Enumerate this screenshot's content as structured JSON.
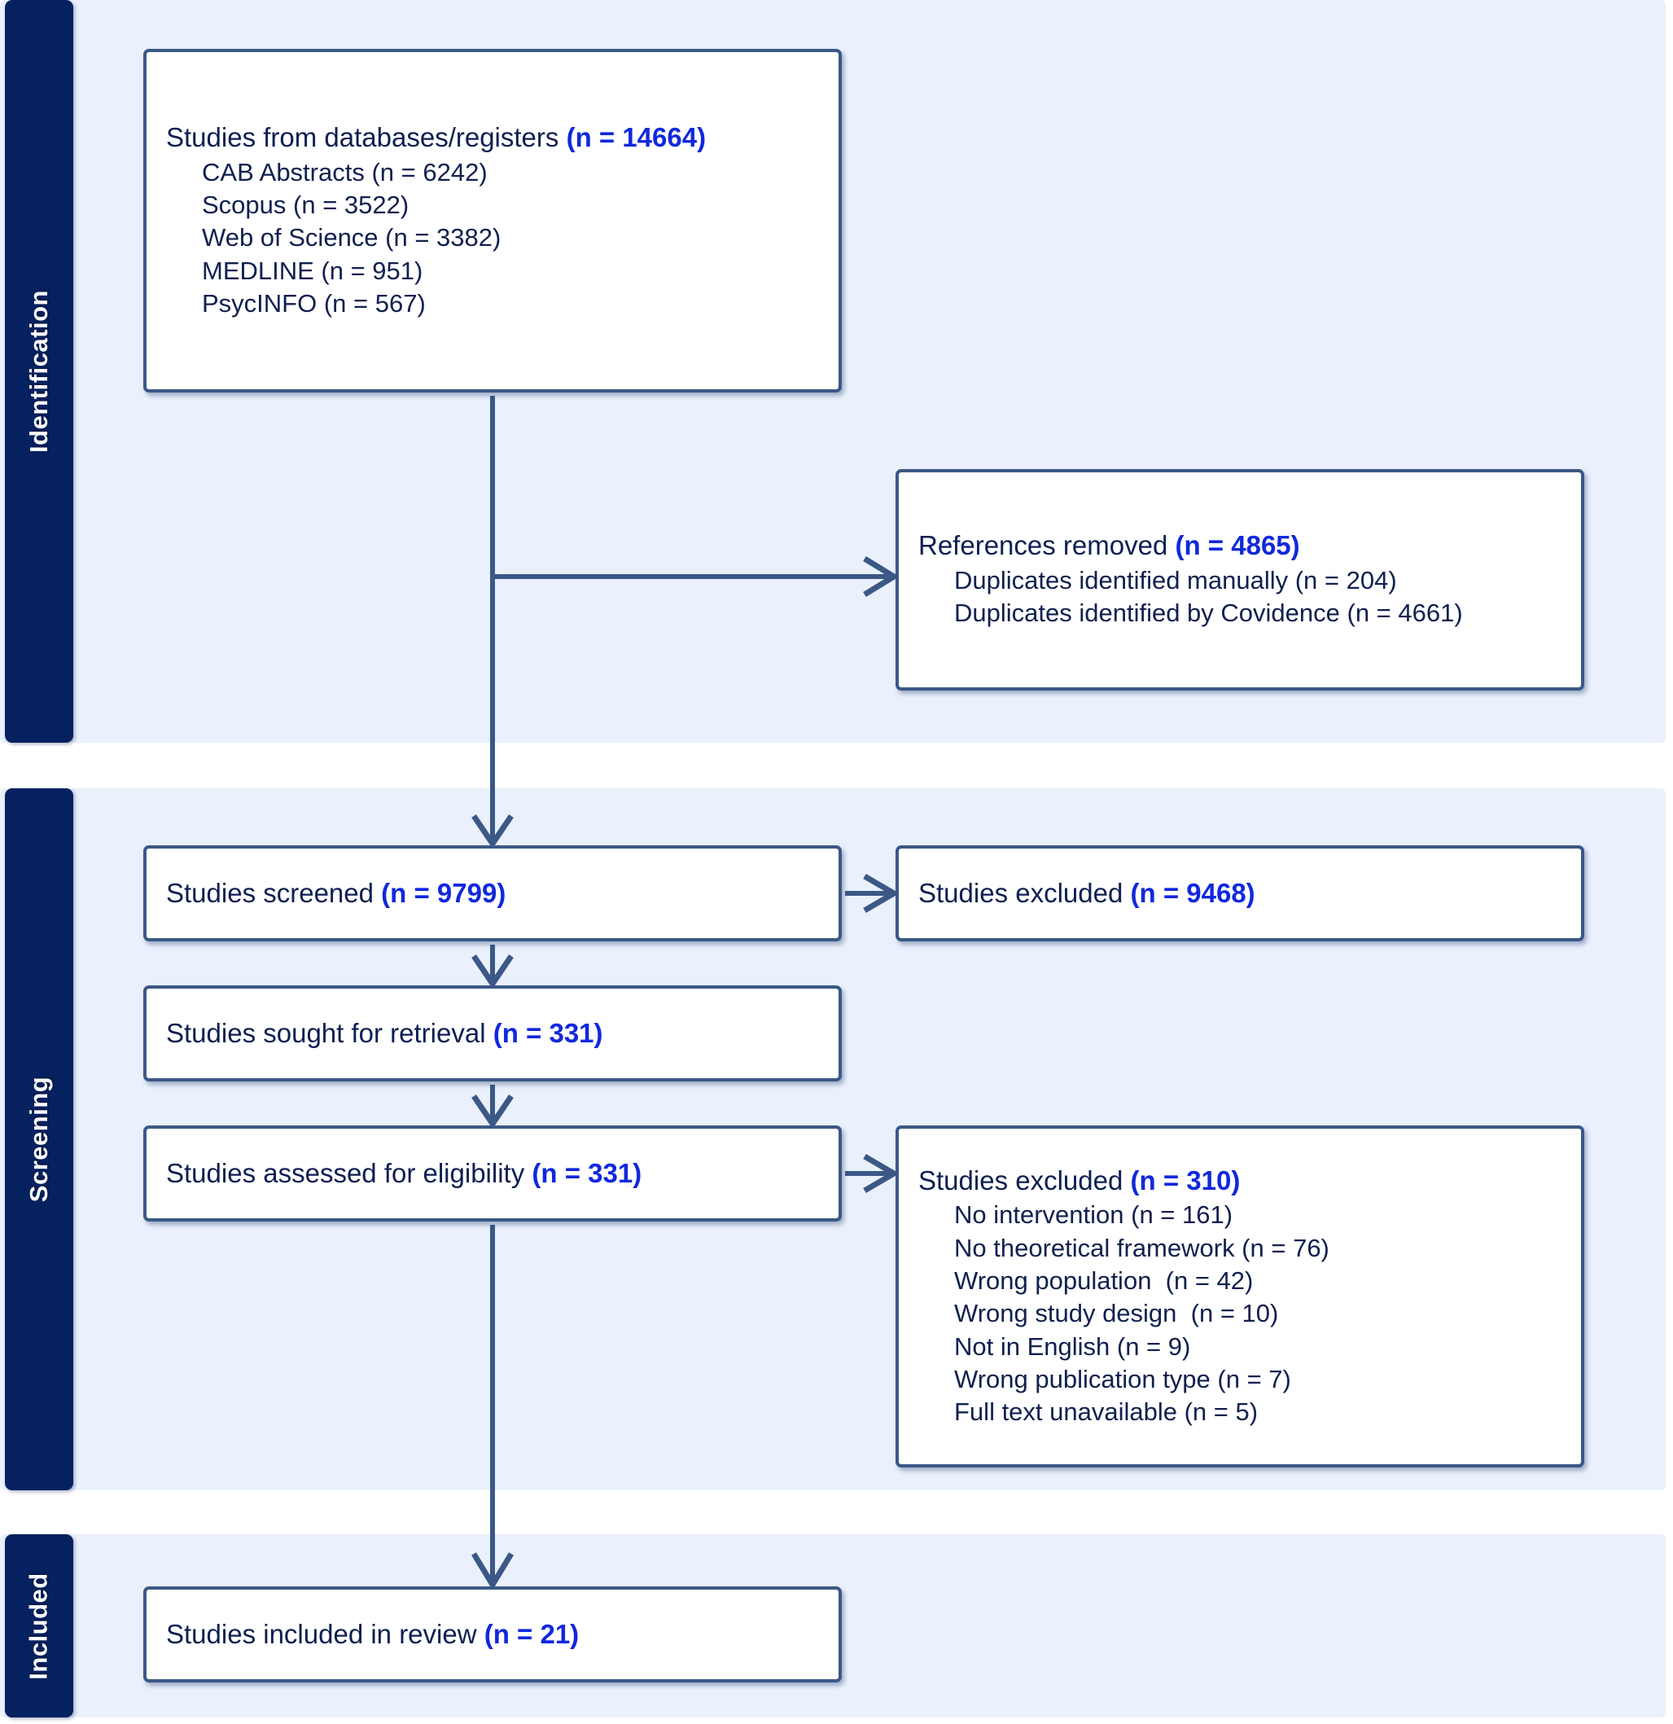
{
  "diagram": {
    "type": "prisma-flow-diagram",
    "accent_navy": "#062160",
    "accent_blue_count": "#1028dd",
    "band_background": "#eaf1fc",
    "box_border": "#3b5886"
  },
  "stages": {
    "identification": "Identification",
    "screening": "Screening",
    "included": "Included"
  },
  "boxes": {
    "databases": {
      "headline_text": "Studies from databases/registers ",
      "headline_count": "(n = 14664)",
      "sources": [
        "CAB Abstracts (n = 6242)",
        "Scopus (n = 3522)",
        "Web of Science (n = 3382)",
        "MEDLINE (n = 951)",
        "PsycINFO (n = 567)"
      ]
    },
    "references_removed": {
      "headline_text": "References removed ",
      "headline_count": "(n = 4865)",
      "reasons": [
        "Duplicates identified manually (n = 204)",
        "Duplicates identified by Covidence (n = 4661)"
      ]
    },
    "screened": {
      "headline_text": "Studies screened ",
      "headline_count": "(n = 9799)"
    },
    "excluded_screening": {
      "headline_text": "Studies excluded ",
      "headline_count": "(n = 9468)"
    },
    "sought_retrieval": {
      "headline_text": "Studies sought for retrieval ",
      "headline_count": "(n = 331)"
    },
    "assessed_eligibility": {
      "headline_text": "Studies assessed for eligibility ",
      "headline_count": "(n = 331)"
    },
    "excluded_eligibility": {
      "headline_text": "Studies excluded ",
      "headline_count": "(n = 310)",
      "reasons": [
        "No intervention (n = 161)",
        "No theoretical framework (n = 76)",
        "Wrong population  (n = 42)",
        "Wrong study design  (n = 10)",
        "Not in English (n = 9)",
        "Wrong publication type (n = 7)",
        "Full text unavailable (n = 5)"
      ]
    },
    "included_review": {
      "headline_text": "Studies included in review ",
      "headline_count": "(n = 21)"
    }
  },
  "chart_data": {
    "type": "diagram",
    "title": "PRISMA 2020 flow diagram",
    "nodes": [
      {
        "id": "databases",
        "stage": "Identification",
        "label": "Studies from databases/registers",
        "n": 14664
      },
      {
        "id": "references_removed",
        "stage": "Identification",
        "label": "References removed",
        "n": 4865
      },
      {
        "id": "screened",
        "stage": "Screening",
        "label": "Studies screened",
        "n": 9799
      },
      {
        "id": "excluded_screening",
        "stage": "Screening",
        "label": "Studies excluded",
        "n": 9468
      },
      {
        "id": "sought_retrieval",
        "stage": "Screening",
        "label": "Studies sought for retrieval",
        "n": 331
      },
      {
        "id": "assessed_eligibility",
        "stage": "Screening",
        "label": "Studies assessed for eligibility",
        "n": 331
      },
      {
        "id": "excluded_eligibility",
        "stage": "Screening",
        "label": "Studies excluded",
        "n": 310
      },
      {
        "id": "included_review",
        "stage": "Included",
        "label": "Studies included in review",
        "n": 21
      }
    ],
    "edges": [
      {
        "from": "databases",
        "to": "references_removed",
        "direction": "right"
      },
      {
        "from": "databases",
        "to": "screened",
        "direction": "down"
      },
      {
        "from": "screened",
        "to": "excluded_screening",
        "direction": "right"
      },
      {
        "from": "screened",
        "to": "sought_retrieval",
        "direction": "down"
      },
      {
        "from": "sought_retrieval",
        "to": "assessed_eligibility",
        "direction": "down"
      },
      {
        "from": "assessed_eligibility",
        "to": "excluded_eligibility",
        "direction": "right"
      },
      {
        "from": "assessed_eligibility",
        "to": "included_review",
        "direction": "down"
      }
    ],
    "breakdowns": {
      "databases": [
        {
          "label": "CAB Abstracts",
          "n": 6242
        },
        {
          "label": "Scopus",
          "n": 3522
        },
        {
          "label": "Web of Science",
          "n": 3382
        },
        {
          "label": "MEDLINE",
          "n": 951
        },
        {
          "label": "PsycINFO",
          "n": 567
        }
      ],
      "references_removed": [
        {
          "label": "Duplicates identified manually",
          "n": 204
        },
        {
          "label": "Duplicates identified by Covidence",
          "n": 4661
        }
      ],
      "excluded_eligibility": [
        {
          "label": "No intervention",
          "n": 161
        },
        {
          "label": "No theoretical framework",
          "n": 76
        },
        {
          "label": "Wrong population",
          "n": 42
        },
        {
          "label": "Wrong study design",
          "n": 10
        },
        {
          "label": "Not in English",
          "n": 9
        },
        {
          "label": "Wrong publication type",
          "n": 7
        },
        {
          "label": "Full text unavailable",
          "n": 5
        }
      ]
    }
  }
}
